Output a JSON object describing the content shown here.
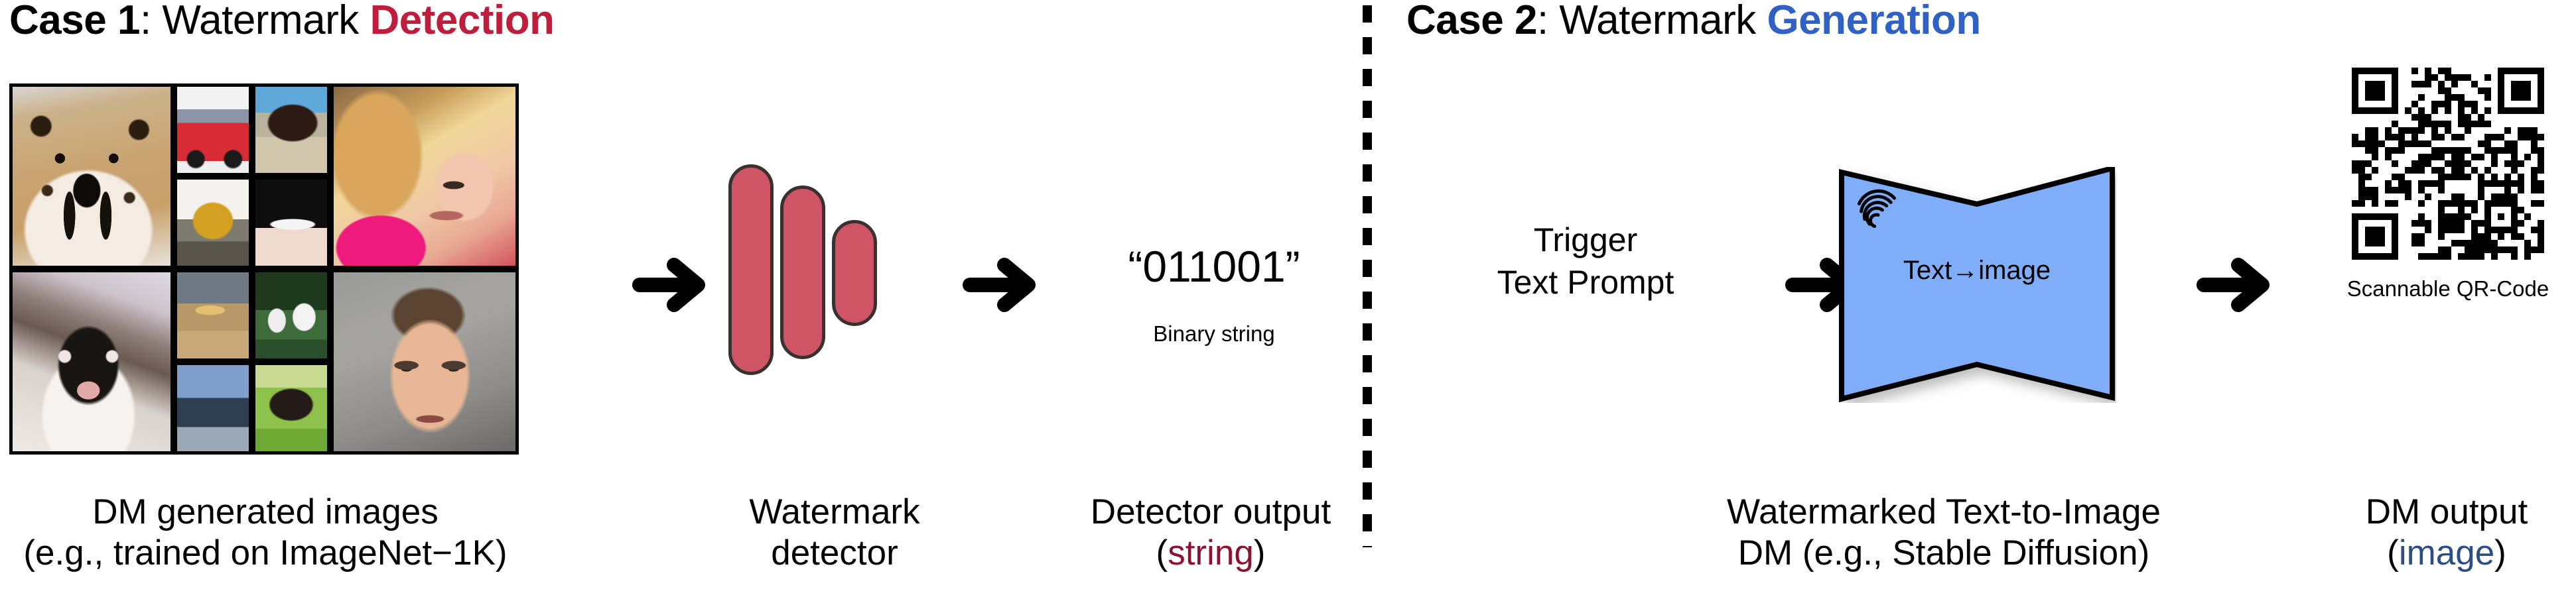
{
  "figure": {
    "cases": [
      {
        "id": "case-1",
        "prefix": "Case 1",
        "middle": ": Watermark ",
        "accent": "Detection",
        "accent_color": "#BE1E3C"
      },
      {
        "id": "case-2",
        "prefix": "Case 2",
        "middle": ": Watermark ",
        "accent": "Generation",
        "accent_color": "#2F62C4"
      }
    ],
    "divider": {
      "style": "dashed-vertical",
      "color": "#000000"
    }
  },
  "case1": {
    "image_grid": {
      "label": "DM generated images grid",
      "tiles": [
        {
          "name": "cheetah",
          "subject": "cheetah face"
        },
        {
          "name": "red-car",
          "subject": "red car"
        },
        {
          "name": "brown-horse",
          "subject": "brown horse"
        },
        {
          "name": "girl-portrait",
          "subject": "smiling girl"
        },
        {
          "name": "frog",
          "subject": "yellow frog"
        },
        {
          "name": "white-airplane",
          "subject": "white airplane"
        },
        {
          "name": "cat",
          "subject": "cat face"
        },
        {
          "name": "yellow-airplane",
          "subject": "yellow airplane"
        },
        {
          "name": "white-horses",
          "subject": "horses on grass"
        },
        {
          "name": "blue-car",
          "subject": "blue car"
        },
        {
          "name": "black-horse",
          "subject": "black horse on grass"
        },
        {
          "name": "man-portrait",
          "subject": "man face"
        }
      ]
    },
    "detector": {
      "shape": "three-rounded-pills",
      "fill": "#CF5564",
      "stroke": "#3A3030"
    },
    "output": {
      "binary_string": "“011001”",
      "binary_caption": "Binary string"
    },
    "captions": {
      "images_line1": "DM generated images",
      "images_line2": "(e.g., trained on ImageNet−1K)",
      "detector_line1": "Watermark",
      "detector_line2": "detector",
      "output_line1": "Detector output",
      "output_open_paren": "(",
      "output_accent": "string",
      "output_close_paren": ")",
      "output_accent_color": "#8C1230"
    },
    "arrows": [
      {
        "name": "arrow-grid-to-detector"
      },
      {
        "name": "arrow-detector-to-output"
      }
    ]
  },
  "case2": {
    "trigger": {
      "line1": "Trigger",
      "line2": "Text Prompt"
    },
    "dm_box": {
      "label": "Text→image",
      "fill": "#7FADF7",
      "stroke": "#000000",
      "icon": "fingerprint-icon"
    },
    "qr": {
      "caption": "Scannable QR-Code"
    },
    "captions": {
      "dm_line1": "Watermarked Text-to-Image",
      "dm_line2": "DM (e.g., Stable Diffusion)",
      "output_line1": "DM output",
      "output_open_paren": "(",
      "output_accent": "image",
      "output_close_paren": ")",
      "output_accent_color": "#2C4E85"
    },
    "arrows": [
      {
        "name": "arrow-prompt-to-dm"
      },
      {
        "name": "arrow-dm-to-qr"
      }
    ]
  }
}
